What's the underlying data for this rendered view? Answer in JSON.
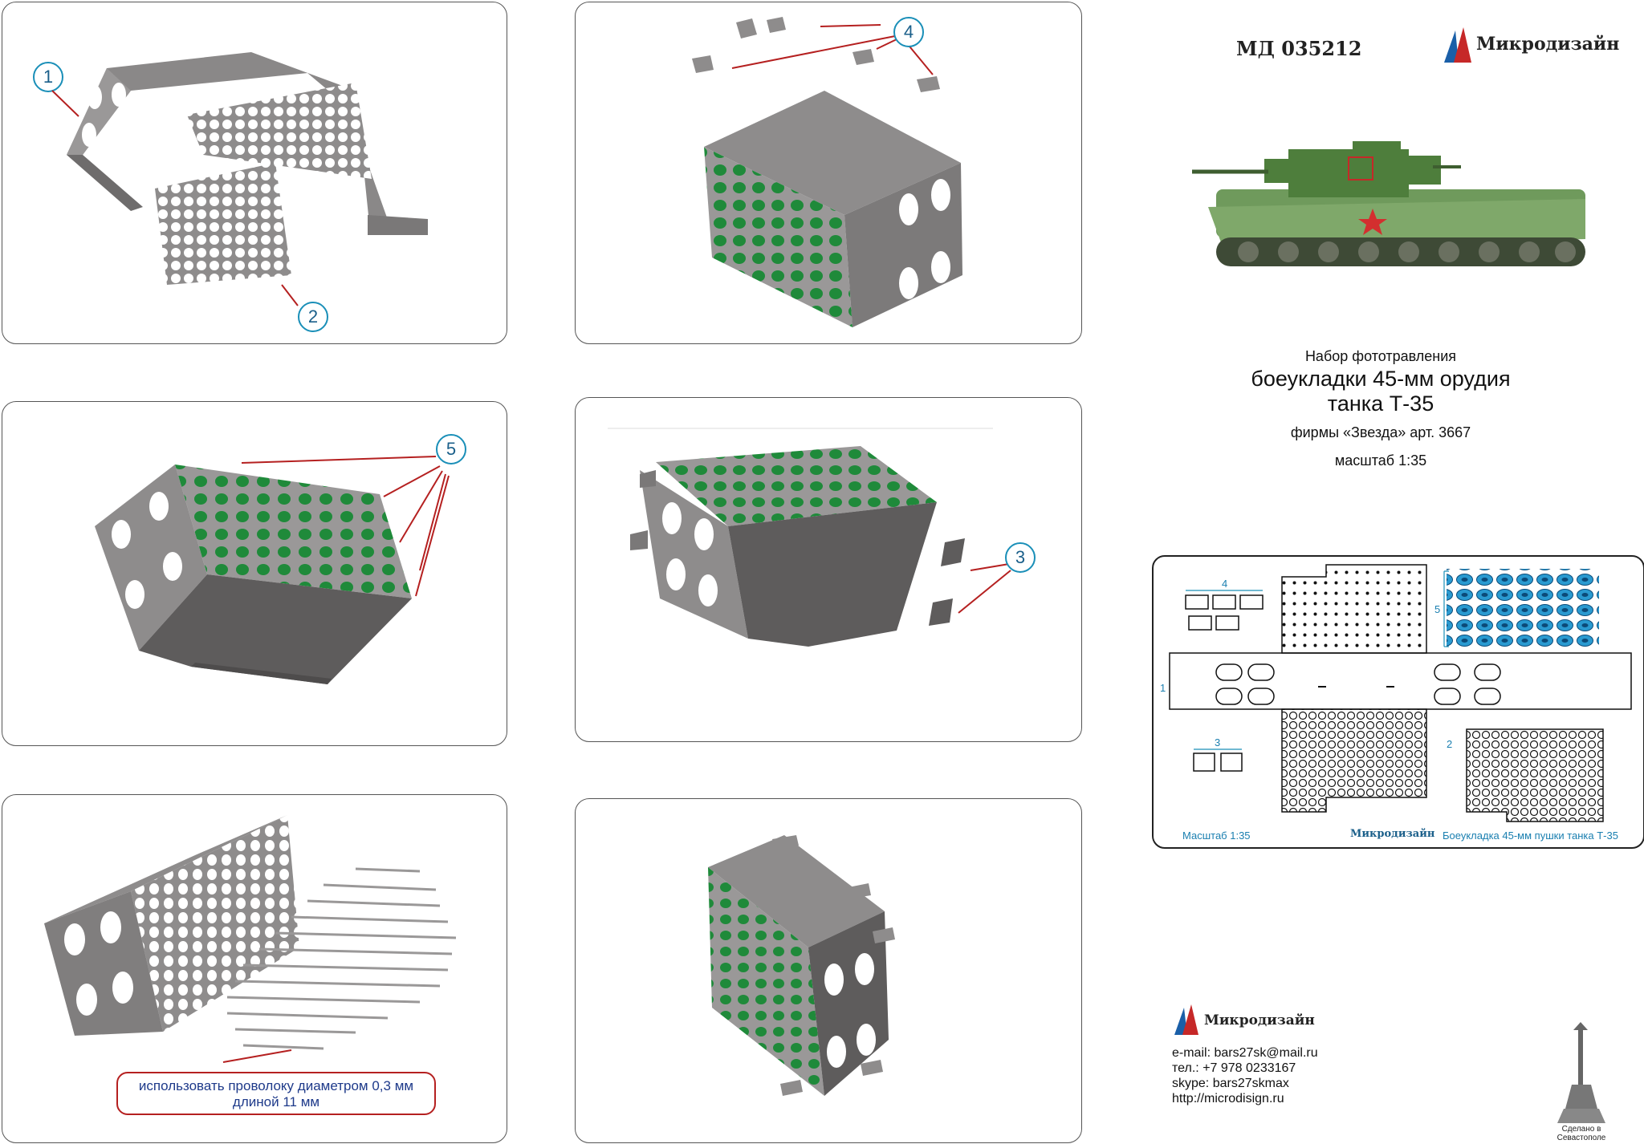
{
  "header": {
    "article": "МД 035212",
    "brand": "Микродизайн"
  },
  "title": {
    "line1": "Набор фототравления",
    "line2": "боеукладки 45-мм орудия",
    "line3": "танка Т-35",
    "line4": "фирмы «Звезда»  арт. 3667",
    "line5": "масштаб 1:35"
  },
  "callouts": {
    "c1": "1",
    "c2": "2",
    "c3": "3",
    "c4": "4",
    "c5": "5"
  },
  "wire_note": {
    "line1": "использовать проволоку диаметром 0,3 мм",
    "line2": "длиной 11 мм"
  },
  "fret": {
    "label1": "1",
    "label2": "2",
    "label3": "3",
    "label4": "4",
    "label5": "5",
    "scale": "Масштаб 1:35",
    "brand": "Микродизайн",
    "name": "Боеукладка 45-мм пушки танка Т-35"
  },
  "contacts": {
    "brand": "Микродизайн",
    "email": "e-mail: bars27sk@mail.ru",
    "phone": "тел.: +7 978 0233167",
    "skype": "skype: bars27skmax",
    "web": "http://microdisign.ru"
  },
  "made_in": "Сделано в Севастополе",
  "colors": {
    "accent_blue": "#1a8fb8",
    "arrow_red": "#b52020",
    "metal": "#8e8c8c",
    "shell_green": "#1f8a3a",
    "tank_green": "#5a8a4a"
  }
}
